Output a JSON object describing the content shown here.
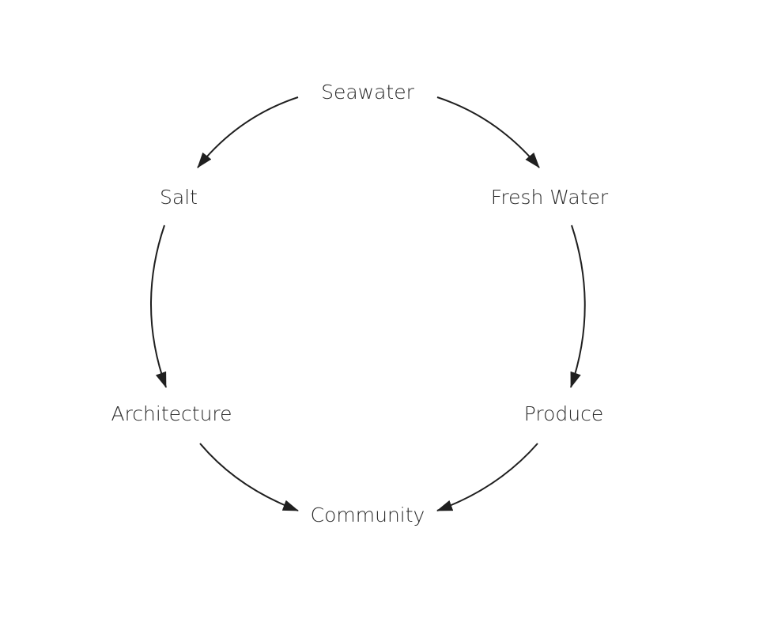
{
  "diagram": {
    "nodes": [
      {
        "id": "seawater",
        "label": "Seawater"
      },
      {
        "id": "salt",
        "label": "Salt"
      },
      {
        "id": "fresh_water",
        "label": "Fresh Water"
      },
      {
        "id": "architecture",
        "label": "Architecture"
      },
      {
        "id": "produce",
        "label": "Produce"
      },
      {
        "id": "community",
        "label": "Community"
      }
    ],
    "edges": [
      {
        "from": "seawater",
        "to": "salt"
      },
      {
        "from": "seawater",
        "to": "fresh_water"
      },
      {
        "from": "salt",
        "to": "architecture"
      },
      {
        "from": "fresh_water",
        "to": "produce"
      },
      {
        "from": "architecture",
        "to": "community"
      },
      {
        "from": "produce",
        "to": "community"
      }
    ],
    "colors": {
      "text": "#2a2a2a",
      "arrow": "#1f1f1f",
      "background": "#ffffff"
    }
  }
}
